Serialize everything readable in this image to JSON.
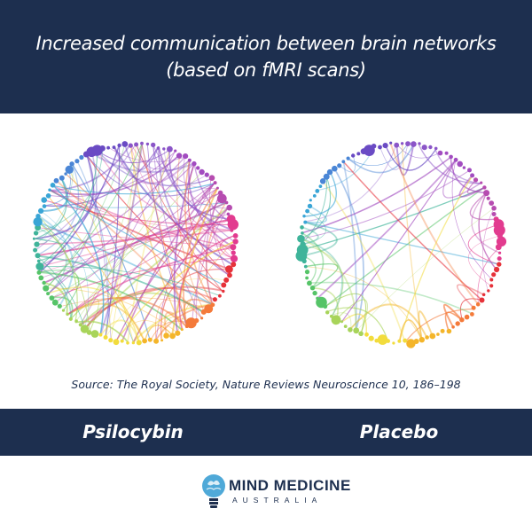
{
  "header": {
    "title_line1": "Increased communication between brain networks",
    "title_line2": "(based on fMRI scans)"
  },
  "source": "Source: The Royal Society, Nature Reviews Neuroscience 10, 186–198",
  "labels": {
    "left": "Psilocybin",
    "right": "Placebo"
  },
  "logo": {
    "name": "MIND MEDICINE",
    "sub": "AUSTRALIA",
    "icon": "brain-lightbulb-icon"
  },
  "colors": {
    "navy": "#1d2f4f",
    "network_palette": [
      "#6a4bc4",
      "#8b55c8",
      "#a24cc0",
      "#b64cb0",
      "#e23b8f",
      "#e6323a",
      "#f47a3a",
      "#f4b52a",
      "#f2dc3c",
      "#a8d45a",
      "#56c468",
      "#3fb49a",
      "#39a5d6",
      "#4a86d6"
    ]
  },
  "diagrams": [
    {
      "id": "psilocybin",
      "connections": 150,
      "density": "high"
    },
    {
      "id": "placebo",
      "connections": 70,
      "density": "low"
    }
  ]
}
